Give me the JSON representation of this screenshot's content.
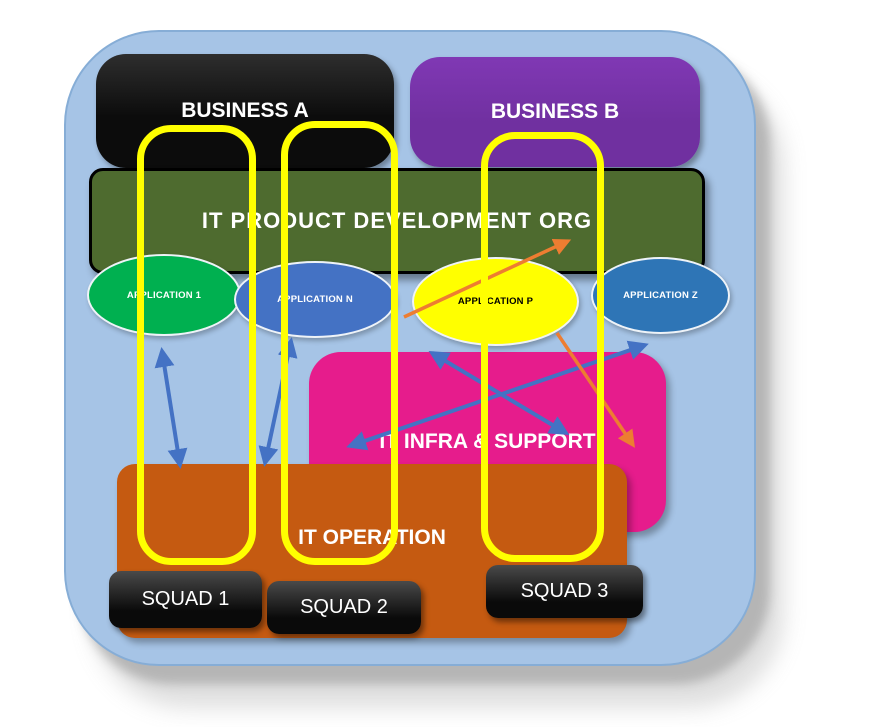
{
  "nodes": {
    "business_a": "BUSINESS A",
    "business_b": "BUSINESS B",
    "product_org": "IT PRODUCT DEVELOPMENT ORG",
    "infra": "IT INFRA & SUPPORT",
    "operation": "IT OPERATION"
  },
  "applications": [
    {
      "label": "APPLICATION 1"
    },
    {
      "label": "APPLICATION N"
    },
    {
      "label": "APPLICATION P"
    },
    {
      "label": "APPLICATION Z"
    }
  ],
  "squads": [
    {
      "label": "SQUAD 1"
    },
    {
      "label": "SQUAD 2"
    },
    {
      "label": "SQUAD 3"
    }
  ],
  "colors": {
    "container": "#a6c4e6",
    "business_a": "#0c0c0c",
    "business_b": "#7030a0",
    "product_org": "#4e6b2f",
    "app_1": "#00b050",
    "app_n": "#4472c4",
    "app_p": "#ffff00",
    "app_z": "#2e75b6",
    "infra": "#e61c8c",
    "operation": "#c55a11",
    "squad": "#0a0a0a",
    "lane": "#ffff00",
    "arrow_blue": "#4472c4",
    "arrow_orange": "#ed7d31"
  }
}
